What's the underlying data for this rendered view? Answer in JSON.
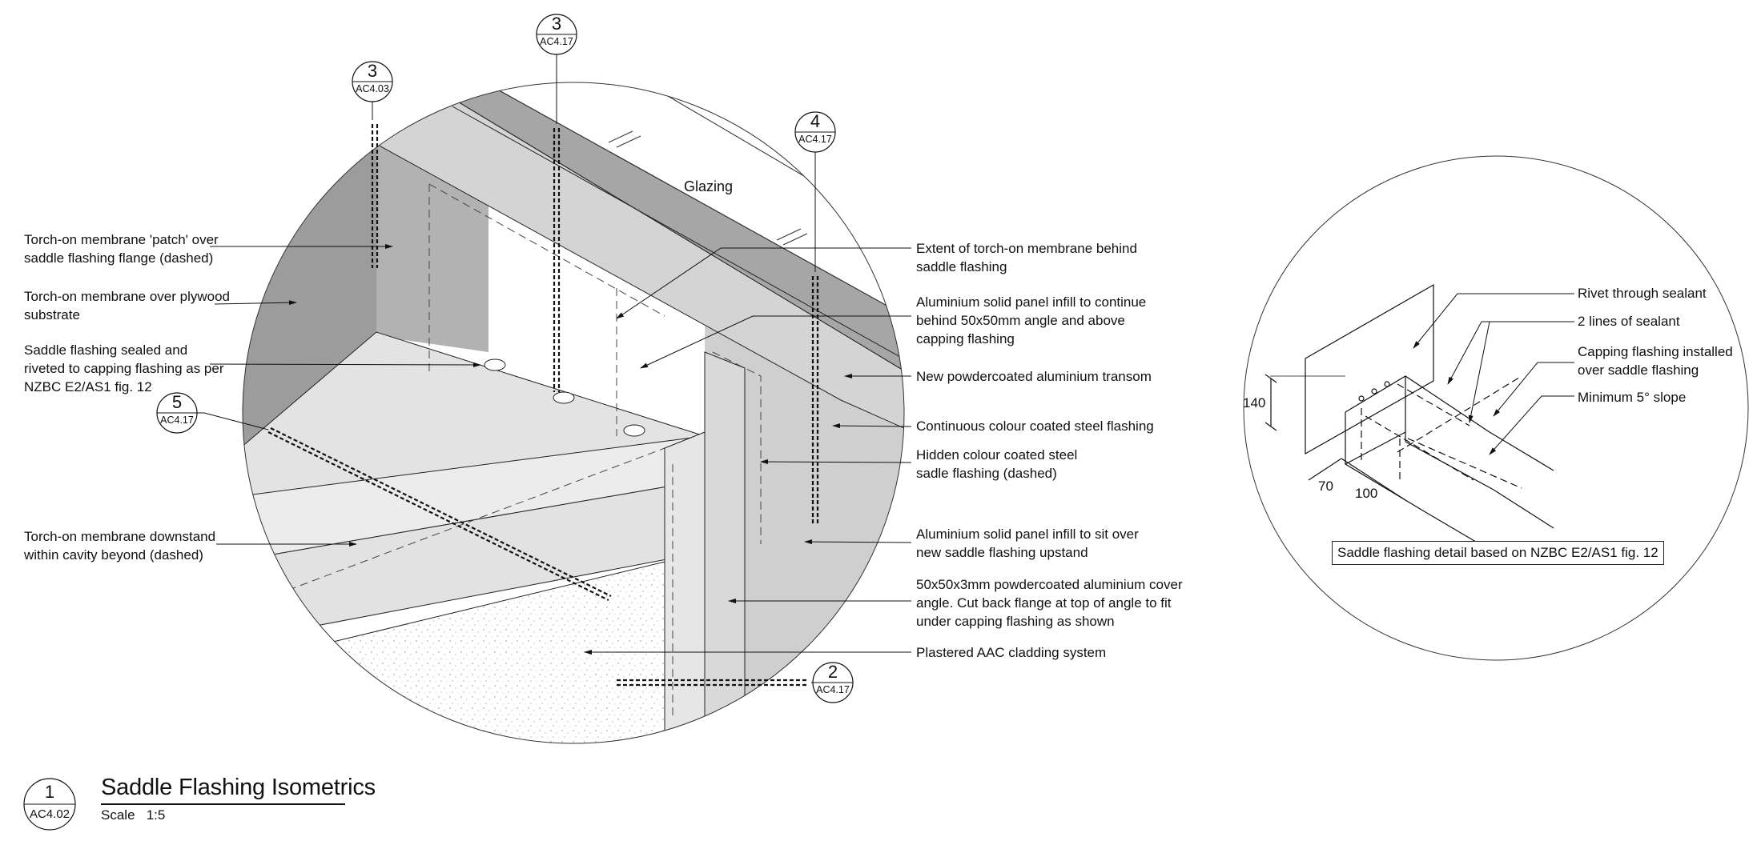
{
  "title": "Saddle Flashing Isometrics",
  "scale_label": "Scale",
  "scale_value": "1:5",
  "main_section": {
    "number": "1",
    "ref": "AC4.02"
  },
  "glazing_label": "Glazing",
  "section_markers": [
    {
      "id": "m1",
      "number": "3",
      "ref": "AC4.03"
    },
    {
      "id": "m2",
      "number": "3",
      "ref": "AC4.17"
    },
    {
      "id": "m3",
      "number": "4",
      "ref": "AC4.17"
    },
    {
      "id": "m4",
      "number": "5",
      "ref": "AC4.17"
    },
    {
      "id": "m5",
      "number": "2",
      "ref": "AC4.17"
    }
  ],
  "left_notes": [
    "Torch-on membrane 'patch' over\nsaddle flashing flange (dashed)",
    "Torch-on membrane over plywood\nsubstrate",
    "Saddle flashing sealed and\nriveted to capping flashing as per\nNZBC E2/AS1 fig. 12",
    "Torch-on membrane downstand\nwithin cavity beyond (dashed)"
  ],
  "right_notes": [
    "Extent of torch-on membrane behind\nsaddle flashing",
    "Aluminium solid panel infill to continue\nbehind 50x50mm angle and above\ncapping flashing",
    "New powdercoated aluminium transom",
    "Continuous colour coated steel flashing",
    "Hidden colour coated steel\nsadle flashing (dashed)",
    "Aluminium solid panel infill to sit over\nnew saddle flashing upstand",
    "50x50x3mm powdercoated aluminium cover\nangle. Cut back flange at top of angle to fit\nunder capping flashing as shown",
    "Plastered AAC cladding system"
  ],
  "detail_notes": [
    "Rivet through sealant",
    "2 lines of sealant",
    "Capping flashing installed\nover saddle flashing",
    "Minimum 5° slope"
  ],
  "dimensions": {
    "height": "140",
    "width_a": "70",
    "width_b": "100"
  },
  "detail_caption": "Saddle flashing detail based on NZBC E2/AS1 fig. 12"
}
